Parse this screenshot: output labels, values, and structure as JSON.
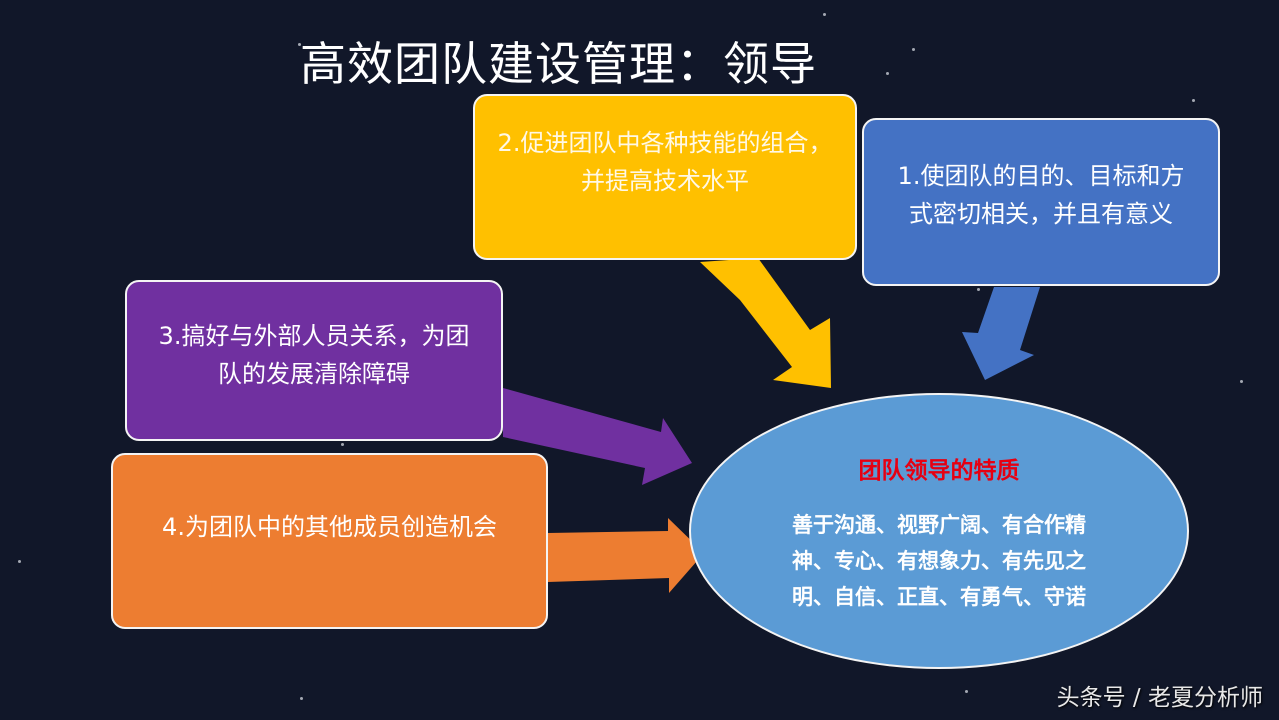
{
  "slide": {
    "title": "高效团队建设管理：领导",
    "background_color": "#111729"
  },
  "boxes": [
    {
      "id": 1,
      "lines": [
        "1.使团队的目的、目标和方",
        "式密切相关，并且有意义"
      ],
      "color": "#4472c4"
    },
    {
      "id": 2,
      "lines": [
        "2.促进团队中各种技能的组合，",
        "并提高技术水平"
      ],
      "color": "#ffc000"
    },
    {
      "id": 3,
      "lines": [
        "3.搞好与外部人员关系，为团",
        "队的发展清除障碍"
      ],
      "color": "#7030a0"
    },
    {
      "id": 4,
      "lines": [
        "4.为团队中的其他成员创造机会"
      ],
      "color": "#ed7d31"
    }
  ],
  "center": {
    "title": "团队领导的特质",
    "title_color": "#e60012",
    "lines": [
      "善于沟通、视野广阔、有合作精",
      "神、专心、有想象力、有先见之",
      "明、自信、正直、有勇气、守诺"
    ],
    "color": "#5b9bd5"
  },
  "watermark": "头条号 / 老夏分析师"
}
